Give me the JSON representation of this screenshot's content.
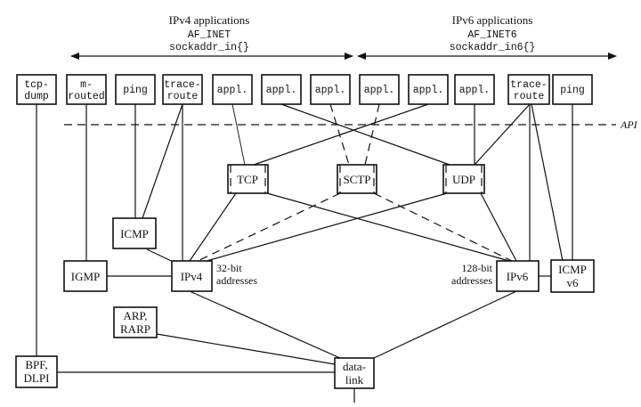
{
  "title_ipv4": {
    "heading": "IPv4 applications",
    "family": "AF_INET",
    "struct": "sockaddr_in{}"
  },
  "title_ipv6": {
    "heading": "IPv6 applications",
    "family": "AF_INET6",
    "struct": "sockaddr_in6{}"
  },
  "api_label": "API",
  "apps": {
    "tcpdump": [
      "tcp-",
      "dump"
    ],
    "mrouted": [
      "m-",
      "routed"
    ],
    "ping4": "ping",
    "traceroute4": [
      "trace-",
      "route"
    ],
    "appl1": "appl.",
    "appl2": "appl.",
    "appl3": "appl.",
    "appl4": "appl.",
    "appl5": "appl.",
    "appl6": "appl.",
    "traceroute6": [
      "trace-",
      "route"
    ],
    "ping6": "ping"
  },
  "transport": {
    "tcp": "TCP",
    "sctp": "SCTP",
    "udp": "UDP"
  },
  "network": {
    "icmp": "ICMP",
    "igmp": "IGMP",
    "ipv4": "IPv4",
    "ipv6": "IPv6",
    "icmpv6": [
      "ICMP",
      "v6"
    ],
    "arp": [
      "ARP,",
      "RARP"
    ],
    "bpf": [
      "BPF,",
      "DLPI"
    ],
    "datalink": [
      "data-",
      "link"
    ]
  },
  "notes": {
    "ipv4_addr": [
      "32-bit",
      "addresses"
    ],
    "ipv6_addr": [
      "128-bit",
      "addresses"
    ]
  }
}
